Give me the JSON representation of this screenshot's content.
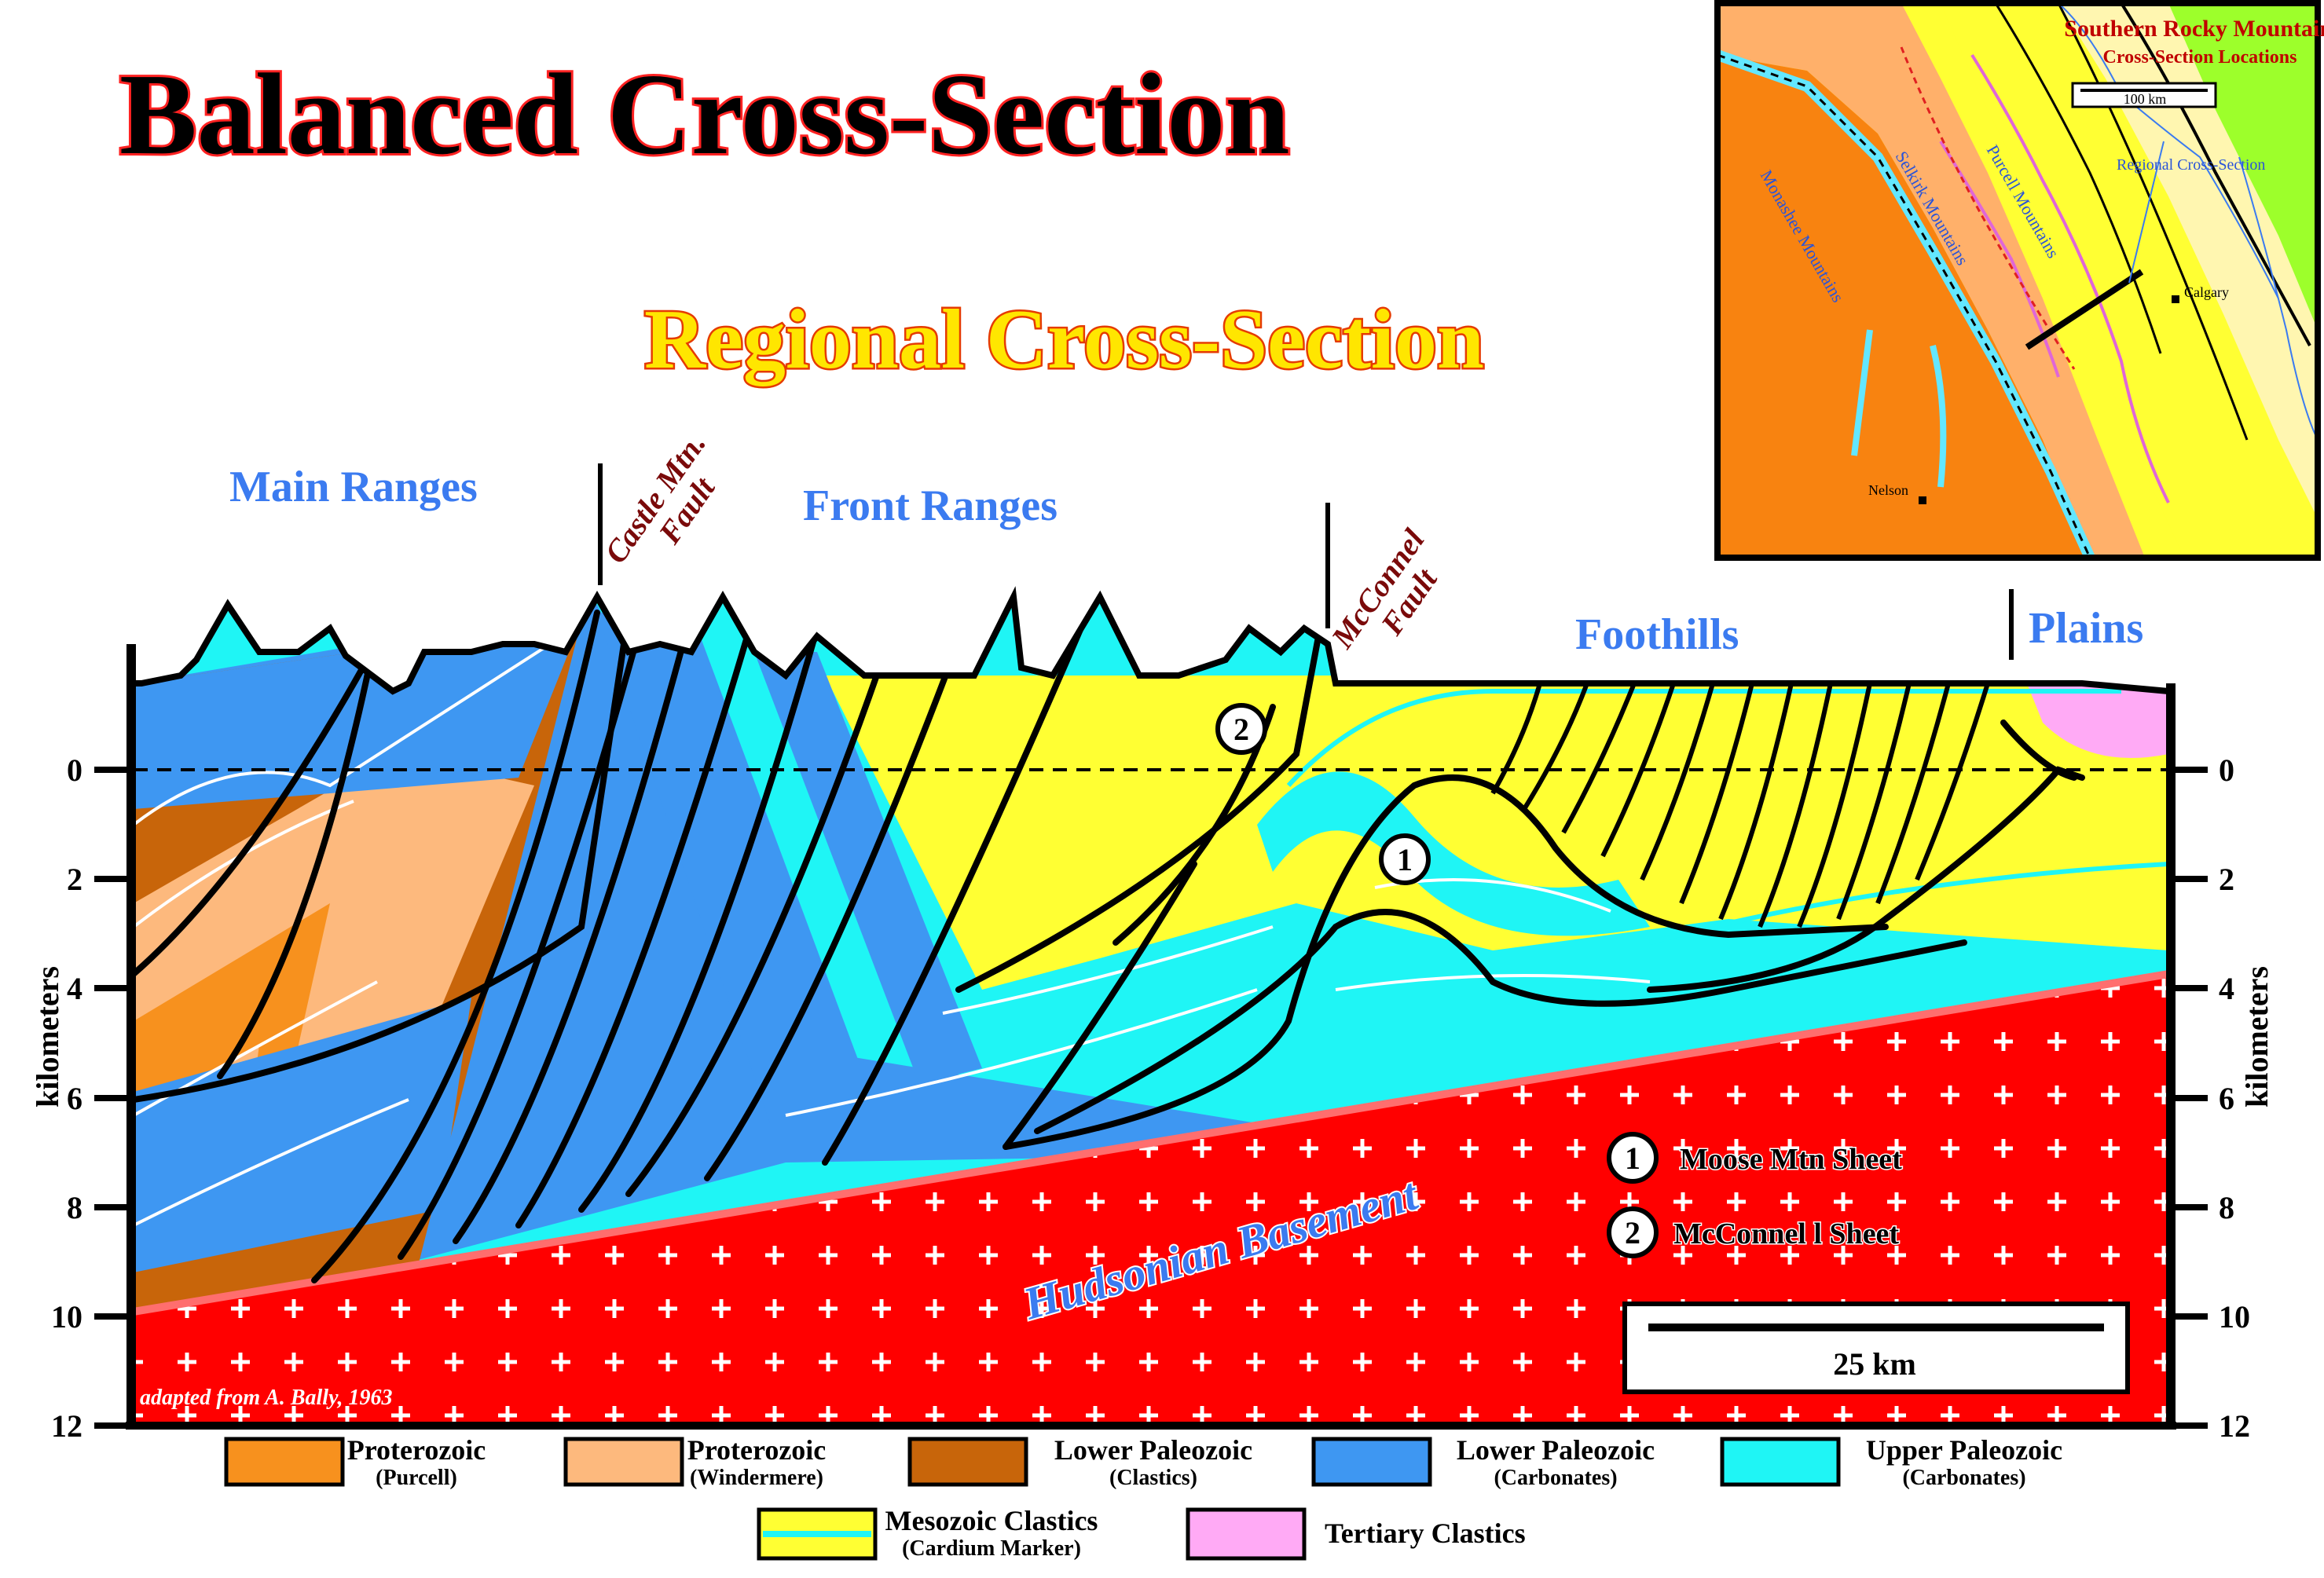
{
  "title": "Balanced Cross-Section",
  "subtitle": "Regional Cross-Section",
  "regions": {
    "main_ranges": "Main Ranges",
    "front_ranges": "Front Ranges",
    "foothills": "Foothills",
    "plains": "Plains"
  },
  "faults": {
    "castle_line1": "Castle Mtn.",
    "castle_line2": "Fault",
    "mcconnel_line1": "McConnel",
    "mcconnel_line2": "Fault"
  },
  "axis": {
    "label": "kilometers",
    "left_ticks": [
      "0",
      "2",
      "4",
      "6",
      "8",
      "10",
      "12"
    ],
    "right_ticks": [
      "0",
      "2",
      "4",
      "6",
      "8",
      "10",
      "12"
    ]
  },
  "basement_label": "Hudsonian Basement",
  "credit": "adapted from A. Bally, 1963",
  "sheets": [
    {
      "number": "1",
      "label": "Moose Mtn Sheet"
    },
    {
      "number": "2",
      "label": "McConnel l Sheet"
    }
  ],
  "scale_bar": "25 km",
  "legend": [
    {
      "title": "Proterozoic",
      "sub": "(Purcell)",
      "color": "#f7911e"
    },
    {
      "title": "Proterozoic",
      "sub": "(Windermere)",
      "color": "#fdb97d"
    },
    {
      "title": "Lower Paleozoic",
      "sub": "(Clastics)",
      "color": "#c8650a"
    },
    {
      "title": "Lower Paleozoic",
      "sub": "(Carbonates)",
      "color": "#3e97f2"
    },
    {
      "title": "Upper Paleozoic",
      "sub": "(Carbonates)",
      "color": "#1ff5f5"
    },
    {
      "title": "Mesozoic Clastics",
      "sub": "(Cardium Marker)",
      "color": "#ffff33"
    },
    {
      "title": "Tertiary Clastics",
      "sub": "",
      "color": "#ffaaf5"
    }
  ],
  "inset": {
    "title": "Southern Rocky Mountains",
    "subtitle": "Cross-Section Locations",
    "scale": "100 km",
    "regional_label": "Regional Cross-Section",
    "calgary": "Calgary",
    "nelson": "Nelson",
    "purcell": "Purcell Mountains",
    "selkirk": "Selkirk Mountains",
    "monashee": "Monashee Mountains"
  },
  "colors": {
    "basement": "#ff0000",
    "title_fill": "#000000",
    "title_outline": "#ff2222",
    "subtitle_fill": "#ffe600",
    "region_text": "#3b7bf0",
    "fault_text": "#7a0a0a"
  }
}
